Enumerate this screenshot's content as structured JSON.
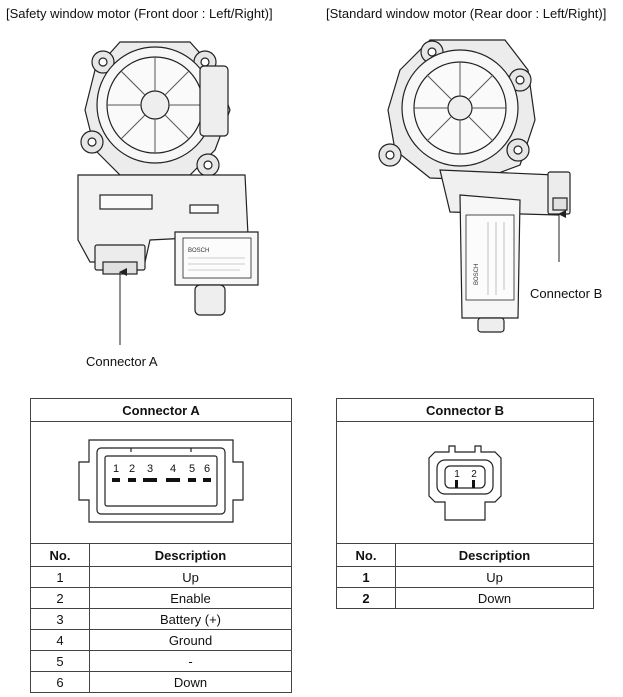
{
  "captions": {
    "front": "[Safety window motor (Front door : Left/Right)]",
    "rear": "[Standard window motor (Rear door : Left/Right)]"
  },
  "callouts": {
    "connector_a": "Connector A",
    "connector_b": "Connector B"
  },
  "motor_labels": {
    "brand": "BOSCH"
  },
  "connector_a": {
    "title": "Connector A",
    "pin_labels": [
      "1",
      "2",
      "3",
      "4",
      "5",
      "6"
    ],
    "columns": [
      "No.",
      "Description"
    ],
    "rows": [
      {
        "no": "1",
        "desc": "Up"
      },
      {
        "no": "2",
        "desc": "Enable"
      },
      {
        "no": "3",
        "desc": "Battery (+)"
      },
      {
        "no": "4",
        "desc": "Ground"
      },
      {
        "no": "5",
        "desc": "-"
      },
      {
        "no": "6",
        "desc": "Down"
      }
    ]
  },
  "connector_b": {
    "title": "Connector B",
    "pin_labels": [
      "1",
      "2"
    ],
    "columns": [
      "No.",
      "Description"
    ],
    "rows": [
      {
        "no": "1",
        "desc": "Up"
      },
      {
        "no": "2",
        "desc": "Down"
      }
    ]
  }
}
